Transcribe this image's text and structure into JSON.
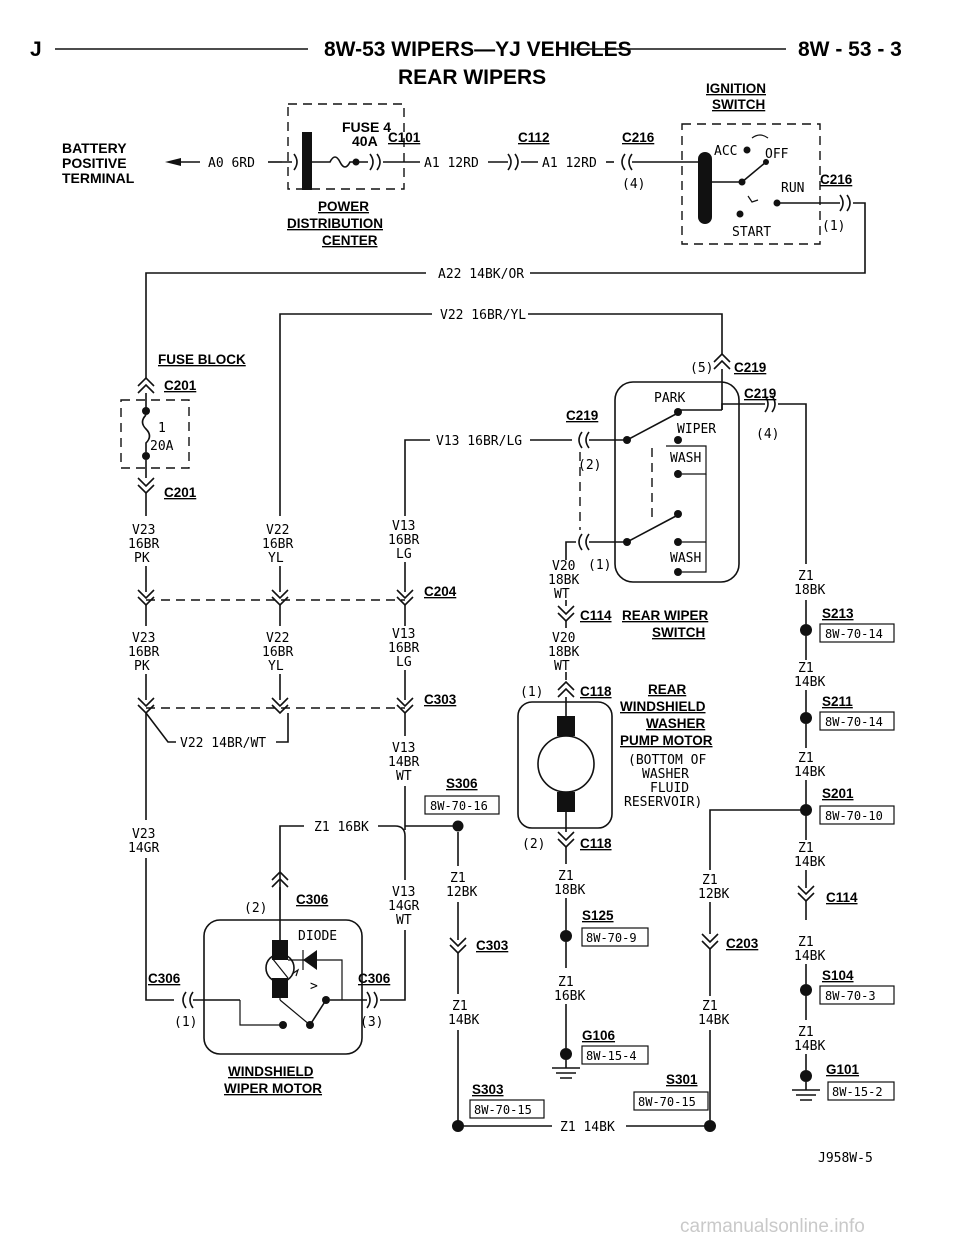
{
  "header": {
    "left": "J",
    "center": "8W-53 WIPERS—YJ VEHICLES",
    "right": "8W - 53 - 3",
    "subtitle": "REAR WIPERS"
  },
  "components": {
    "battery": [
      "BATTERY",
      "POSITIVE",
      "TERMINAL"
    ],
    "fuse4": [
      "FUSE 4",
      "40A"
    ],
    "pdc": [
      "POWER",
      "DISTRIBUTION",
      "CENTER"
    ],
    "ignition": [
      "IGNITION",
      "SWITCH"
    ],
    "ign_positions": {
      "acc": "ACC",
      "off": "OFF",
      "run": "RUN",
      "start": "START"
    },
    "fuse_block": "FUSE BLOCK",
    "fuse20": [
      "1",
      "20A"
    ],
    "rear_wiper_switch": [
      "REAR WIPER",
      "SWITCH"
    ],
    "switch_positions": {
      "park": "PARK",
      "wiper": "WIPER",
      "wash1": "WASH",
      "wash2": "WASH"
    },
    "washer_pump": [
      "REAR",
      "WINDSHIELD",
      "WASHER",
      "PUMP MOTOR"
    ],
    "washer_note": [
      "(BOTTOM OF",
      "WASHER",
      "FLUID",
      "RESERVOIR)"
    ],
    "wiper_motor": [
      "WINDSHIELD",
      "WIPER MOTOR"
    ],
    "diode": "DIODE"
  },
  "wires": {
    "a0": "A0 6RD",
    "a1a": "A1 12RD",
    "a1b": "A1 12RD",
    "a22": "A22 14BK/OR",
    "v22top": "V22 16BR/YL",
    "v13top": "V13 16BR/LG",
    "v22wt": "V22 14BR/WT",
    "z1_16bk": "Z1 16BK",
    "z1_bottom": "Z1 14BK",
    "v23a": [
      "V23",
      "16BR",
      "PK"
    ],
    "v22a": [
      "V22",
      "16BR",
      "YL"
    ],
    "v13a": [
      "V13",
      "16BR",
      "LG"
    ],
    "v23b": [
      "V23",
      "16BR",
      "PK"
    ],
    "v22b": [
      "V22",
      "16BR",
      "YL"
    ],
    "v13b": [
      "V13",
      "16BR",
      "LG"
    ],
    "v13c": [
      "V13",
      "14BR",
      "WT"
    ],
    "v13d": [
      "V13",
      "14GR",
      "WT"
    ],
    "v23c": [
      "V23",
      "14GR"
    ],
    "v20a": [
      "V20",
      "18BK",
      "WT"
    ],
    "v20b": [
      "V20",
      "18BK",
      "WT"
    ],
    "z1r1": [
      "Z1",
      "18BK"
    ],
    "z1r2": [
      "Z1",
      "14BK"
    ],
    "z1r3": [
      "Z1",
      "14BK"
    ],
    "z1r4": [
      "Z1",
      "14BK"
    ],
    "z1r5": [
      "Z1",
      "14BK"
    ],
    "z1r6": [
      "Z1",
      "14BK"
    ],
    "z1m1": [
      "Z1",
      "12BK"
    ],
    "z1m2": [
      "Z1",
      "14BK"
    ],
    "z1p1": [
      "Z1",
      "18BK"
    ],
    "z1p2": [
      "Z1",
      "16BK"
    ],
    "z1n1": [
      "Z1",
      "12BK"
    ],
    "z1n2": [
      "Z1",
      "14BK"
    ]
  },
  "connectors": {
    "c101": "C101",
    "c112": "C112",
    "c216a": "C216",
    "c216b": "C216",
    "c201a": "C201",
    "c201b": "C201",
    "c219a": "C219",
    "c219b": "C219",
    "c219c": "C219",
    "c204": "C204",
    "c303a": "C303",
    "c303b": "C303",
    "c114a": "C114",
    "c114b": "C114",
    "c118a": "C118",
    "c118b": "C118",
    "c306a": "C306",
    "c306b": "C306",
    "c306c": "C306",
    "c203": "C203"
  },
  "pins": {
    "p4": "(4)",
    "p1": "(1)",
    "p5": "(5)",
    "p4b": "(4)",
    "p2": "(2)",
    "p1b": "(1)",
    "p1c": "(1)",
    "p2b": "(2)",
    "p2c": "(2)",
    "p1d": "(1)",
    "p3": "(3)"
  },
  "splices": {
    "s213": "S213",
    "s211": "S211",
    "s201": "S201",
    "s104": "S104",
    "g101": "G101",
    "s306": "S306",
    "s125": "S125",
    "g106": "G106",
    "s303": "S303",
    "s301": "S301"
  },
  "refs": {
    "r213": "8W-70-14",
    "r211": "8W-70-14",
    "r201": "8W-70-10",
    "r104": "8W-70-3",
    "r101": "8W-15-2",
    "r306": "8W-70-16",
    "r125": "8W-70-9",
    "r106": "8W-15-4",
    "r303": "8W-70-15",
    "r301": "8W-70-15"
  },
  "figure_id": "J958W-5",
  "footer": "carmanualsonline.info"
}
